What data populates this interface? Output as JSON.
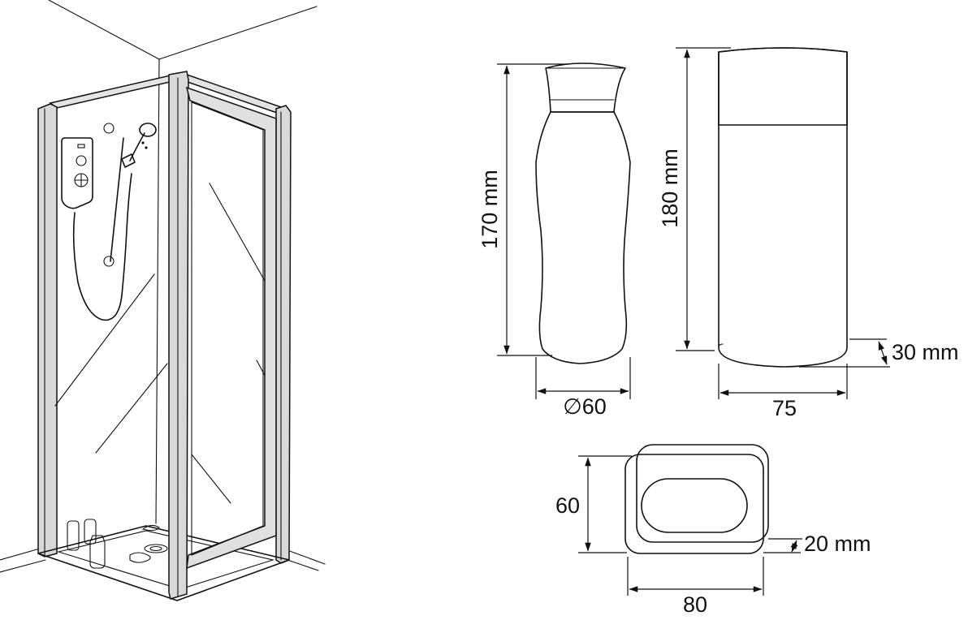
{
  "colors": {
    "line": "#111111",
    "background": "#ffffff",
    "frame_fill": "#d9d9d9",
    "bottle_band": "#f4f4f4",
    "tray_fill": "#ebebeb"
  },
  "icons": {
    "shower_enclosure": "shower-enclosure-illustration",
    "bottle": "bottle-illustration",
    "cylinder": "cylinder-container-illustration",
    "soap": "soap-bar-illustration"
  },
  "dimensions": {
    "bottle_height": "170 mm",
    "bottle_diameter": "∅60",
    "cylinder_height": "180 mm",
    "cylinder_width": "75",
    "cylinder_depth": "30 mm",
    "soap_height": "60",
    "soap_width": "80",
    "soap_depth": "20 mm"
  }
}
